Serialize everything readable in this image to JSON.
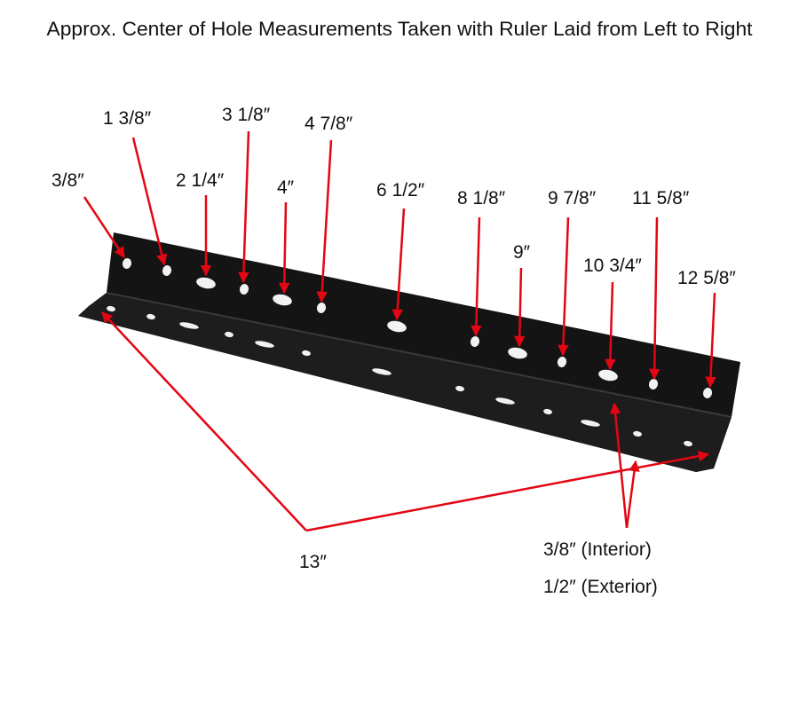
{
  "title": "Approx. Center of Hole Measurements Taken with Ruler Laid from Left to Right",
  "labels": {
    "m1": "3/8″",
    "m2": "1 3/8″",
    "m3": "2 1/4″",
    "m4": "3 1/8″",
    "m5": "4″",
    "m6": "4 7/8″",
    "m7": "6 1/2″",
    "m8": "8 1/8″",
    "m9": "9″",
    "m10": "9 7/8″",
    "m11": "10 3/4″",
    "m12": "11 5/8″",
    "m13": "12 5/8″",
    "length": "13″",
    "interior": "3/8″ (Interior)",
    "exterior": "1/2″ (Exterior)"
  },
  "colors": {
    "arrow": "#e30613",
    "bracket": "#111111"
  }
}
